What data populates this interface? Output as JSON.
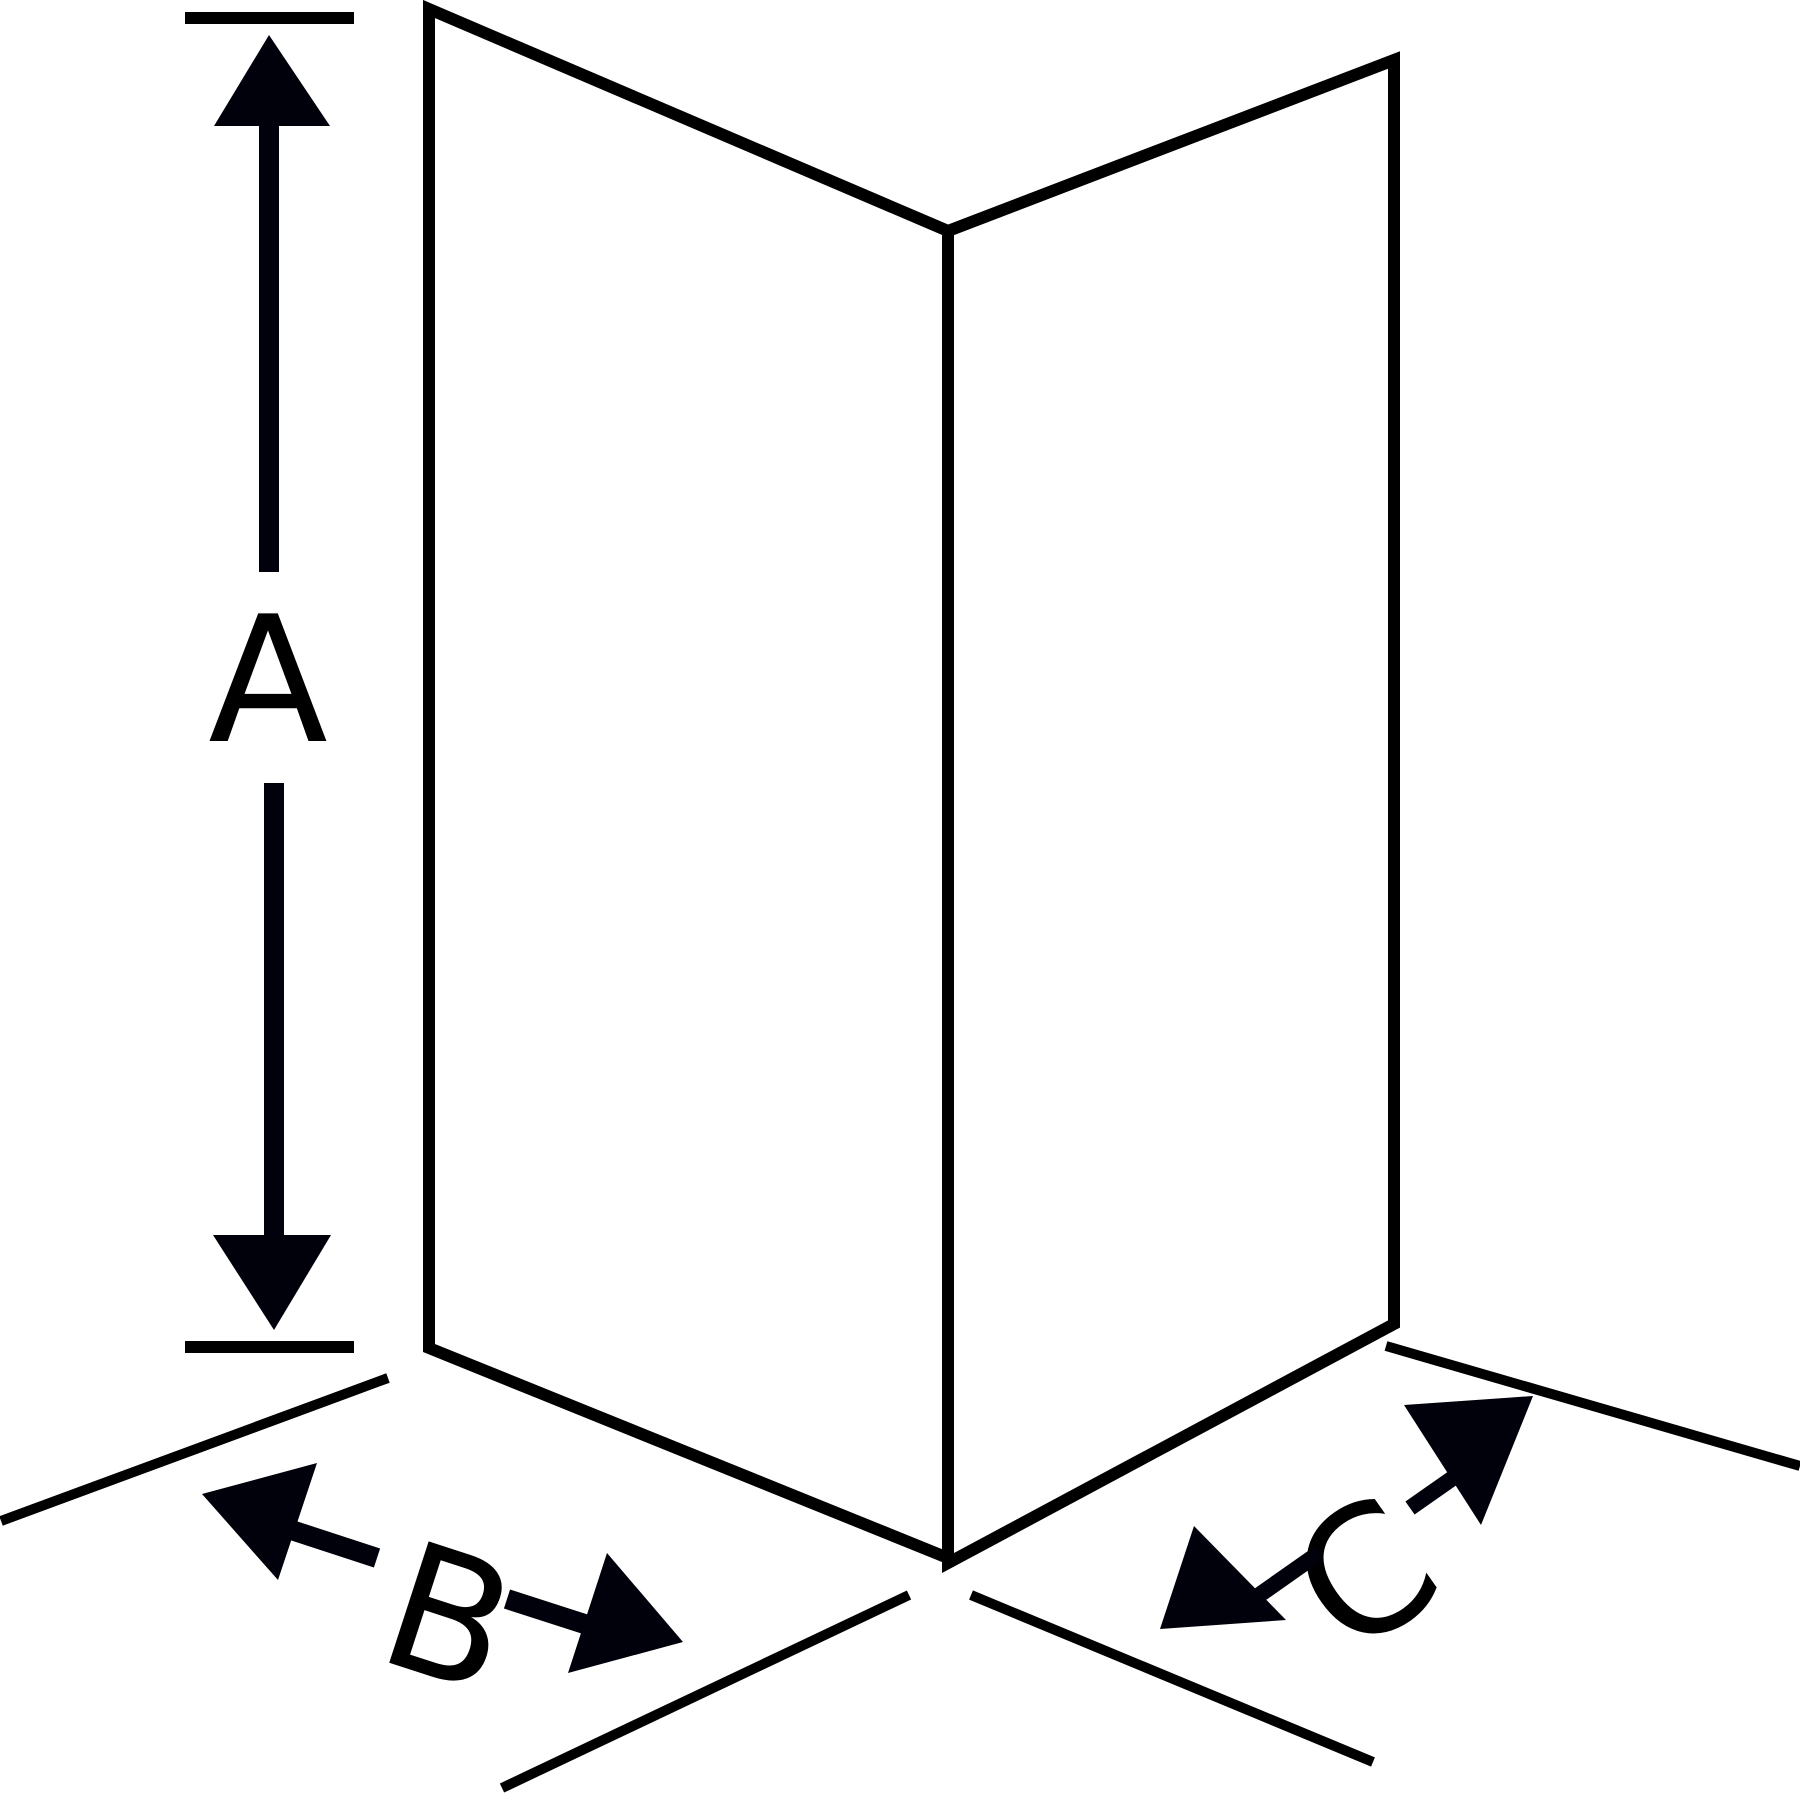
{
  "diagram": {
    "labels": {
      "height": "A",
      "width_left": "B",
      "width_right": "C"
    },
    "colors": {
      "stroke": "#000000",
      "arrow": "#00010a",
      "background": "#ffffff"
    }
  }
}
